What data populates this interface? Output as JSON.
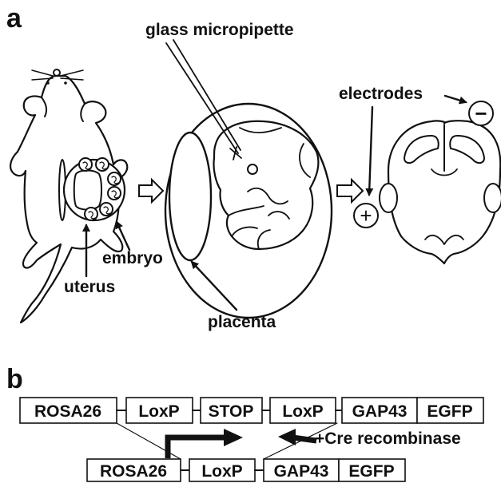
{
  "panel_a": {
    "letter": "a",
    "labels": {
      "pipette": "glass micropipette",
      "electrodes": "electrodes",
      "embryo": "embryo",
      "uterus": "uterus",
      "placenta": "placenta"
    },
    "symbols": {
      "plus": "+",
      "minus": "−"
    }
  },
  "panel_b": {
    "letter": "b",
    "top_row": [
      "ROSA26",
      "LoxP",
      "STOP",
      "LoxP",
      "GAP43",
      "EGFP"
    ],
    "bottom_row": [
      "ROSA26",
      "LoxP",
      "GAP43",
      "EGFP"
    ],
    "recombinase": "+Cre recombinase"
  }
}
